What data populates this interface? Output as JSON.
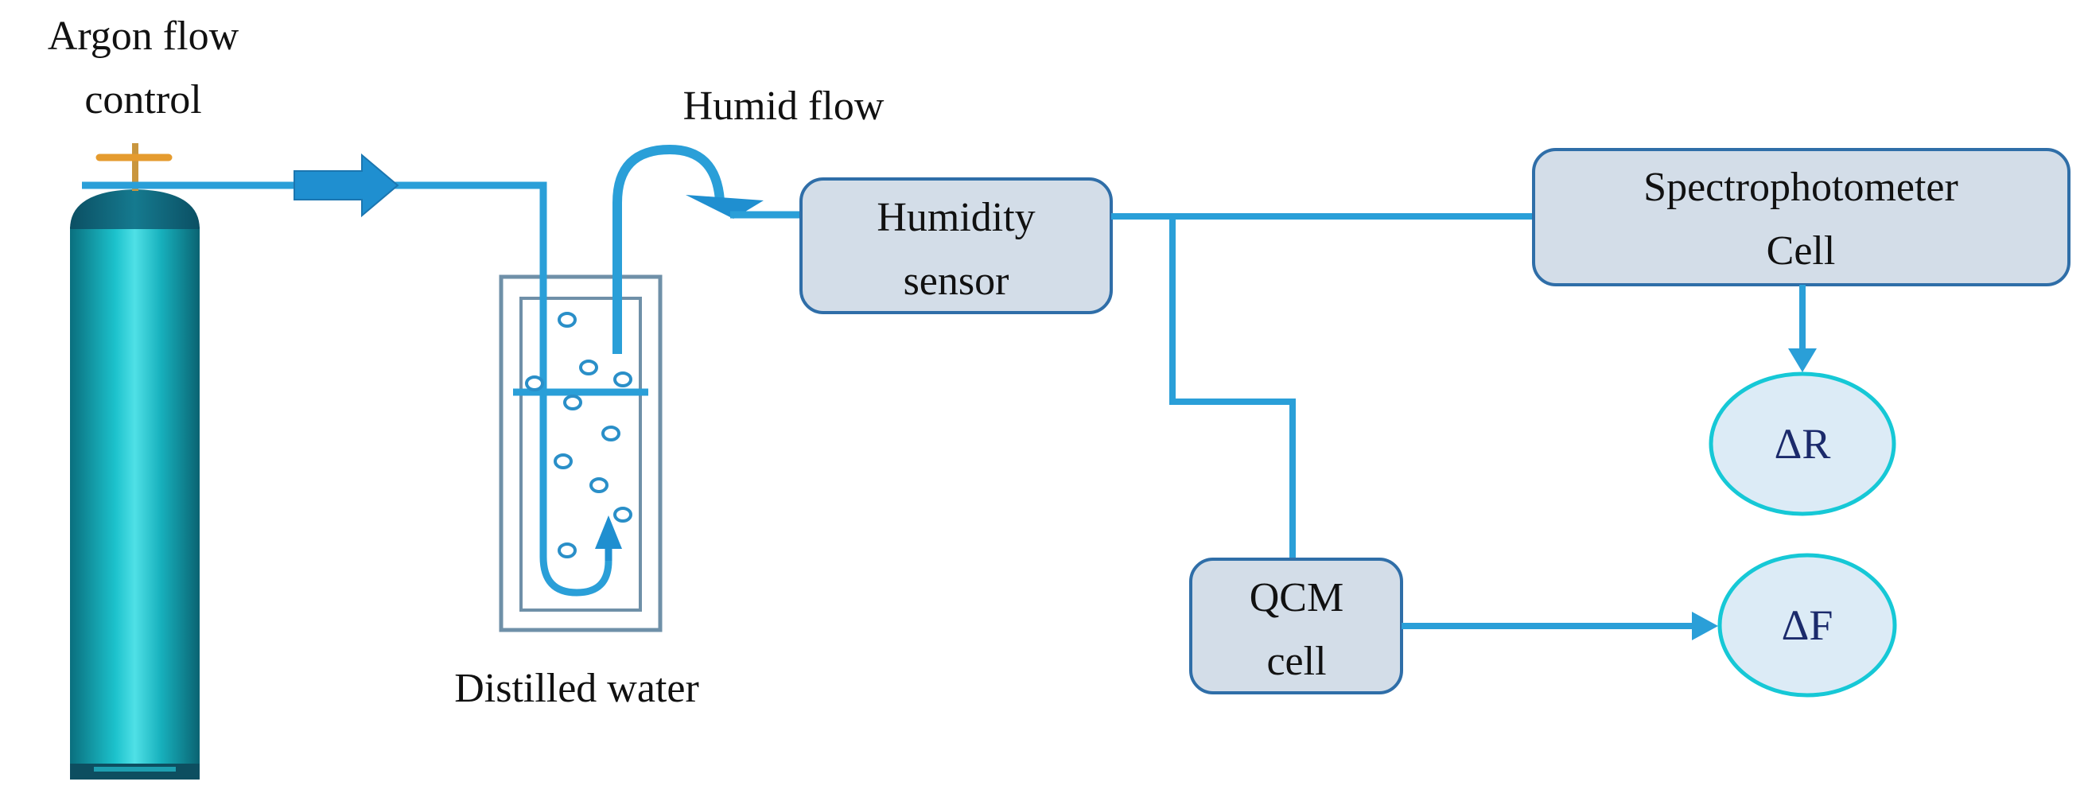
{
  "labels": {
    "argon_line1": "Argon flow",
    "argon_line2": "control",
    "humid_flow": "Humid flow",
    "distilled_water": "Distilled water"
  },
  "boxes": {
    "humidity_sensor_line1": "Humidity",
    "humidity_sensor_line2": "sensor",
    "spectro_line1": "Spectrophotometer",
    "spectro_line2": "Cell",
    "qcm_line1": "QCM",
    "qcm_line2": "cell"
  },
  "outputs": {
    "delta_r": "ΔR",
    "delta_f": "ΔF"
  },
  "colors": {
    "pipe": "#2a9fd8",
    "pipe_dark": "#1f7fb8",
    "box_fill": "#d3dde8",
    "box_stroke": "#2f6ea8",
    "oval_fill": "#dcebf6",
    "oval_stroke": "#16c8d6",
    "cylinder": "#14a9b4",
    "cylinder_cap": "#0d5f73",
    "valve": "#d99a3a"
  }
}
